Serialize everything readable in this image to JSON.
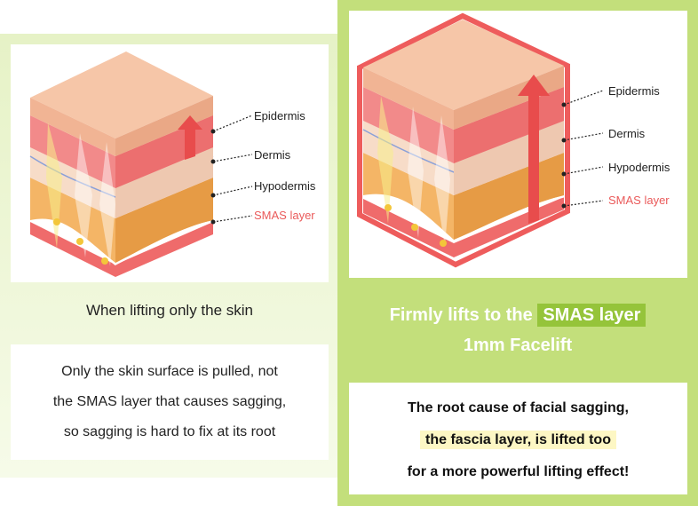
{
  "left": {
    "labels": {
      "epidermis": "Epidermis",
      "dermis": "Dermis",
      "hypodermis": "Hypodermis",
      "smas": "SMAS layer"
    },
    "caption": "When lifting only the skin",
    "description": [
      "Only the skin surface is pulled, not",
      "the SMAS layer that causes sagging,",
      "so sagging is hard to fix at its root"
    ]
  },
  "right": {
    "labels": {
      "epidermis": "Epidermis",
      "dermis": "Dermis",
      "hypodermis": "Hypodermis",
      "smas": "SMAS layer"
    },
    "title_prefix": "Firmly lifts to the",
    "title_highlight": "SMAS layer",
    "title_line2": "1mm Facelift",
    "description": [
      "The root cause of facial sagging,",
      "the fascia layer, is lifted too",
      "for a more powerful lifting effect!"
    ]
  },
  "colors": {
    "brand_green": "#c3df7b",
    "highlight_green": "#95c43a",
    "highlight_yellow": "#fdf7c4",
    "smas_red": "#ea5a5a"
  }
}
